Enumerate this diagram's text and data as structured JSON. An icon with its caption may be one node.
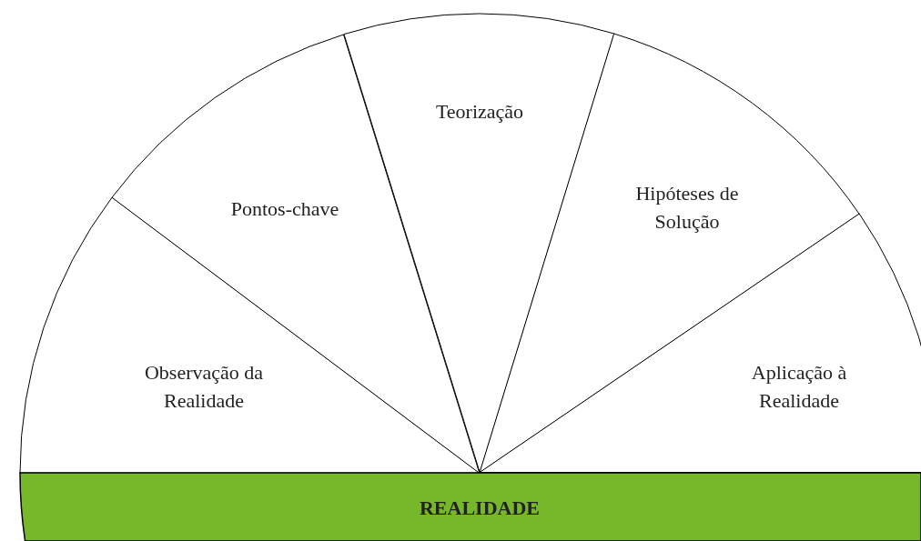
{
  "diagram": {
    "nodes": [
      {
        "text": [
          "Observação da Realidade"
        ]
      },
      {
        "text": [
          "Pontos-chave"
        ]
      },
      {
        "text": [
          "Teorização"
        ]
      },
      {
        "text": [
          "Hipóteses de Solução"
        ]
      },
      {
        "text": [
          "Aplicação à Realidade"
        ]
      },
      {
        "text": [
          "REALIDADE"
        ]
      }
    ]
  }
}
